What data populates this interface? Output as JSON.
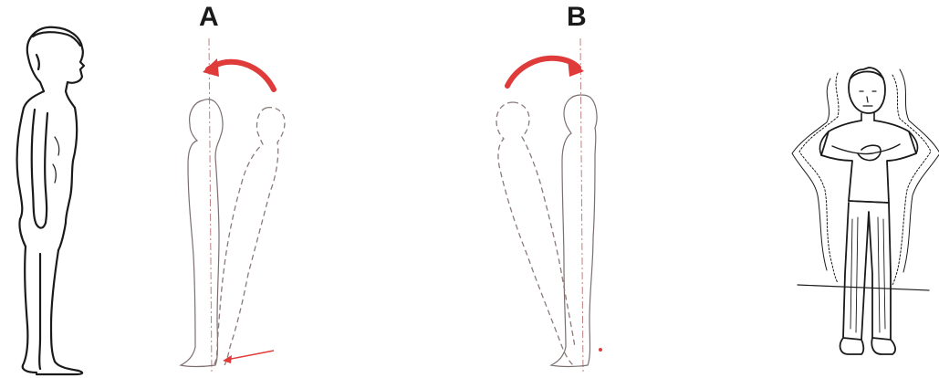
{
  "panels": {
    "a": {
      "label": "A"
    },
    "b": {
      "label": "B"
    }
  },
  "colors": {
    "ink": "#1a1a1a",
    "outline": "#8a7a7a",
    "arrow": "#e03b3b",
    "axis": "#c08080"
  },
  "icons": {
    "standing_figure": "man-standing-side-view",
    "sway_diagram_a": "body-sway-backward-diagram",
    "sway_diagram_b": "body-sway-forward-diagram",
    "front_figure": "man-front-view-with-sway-aura"
  }
}
